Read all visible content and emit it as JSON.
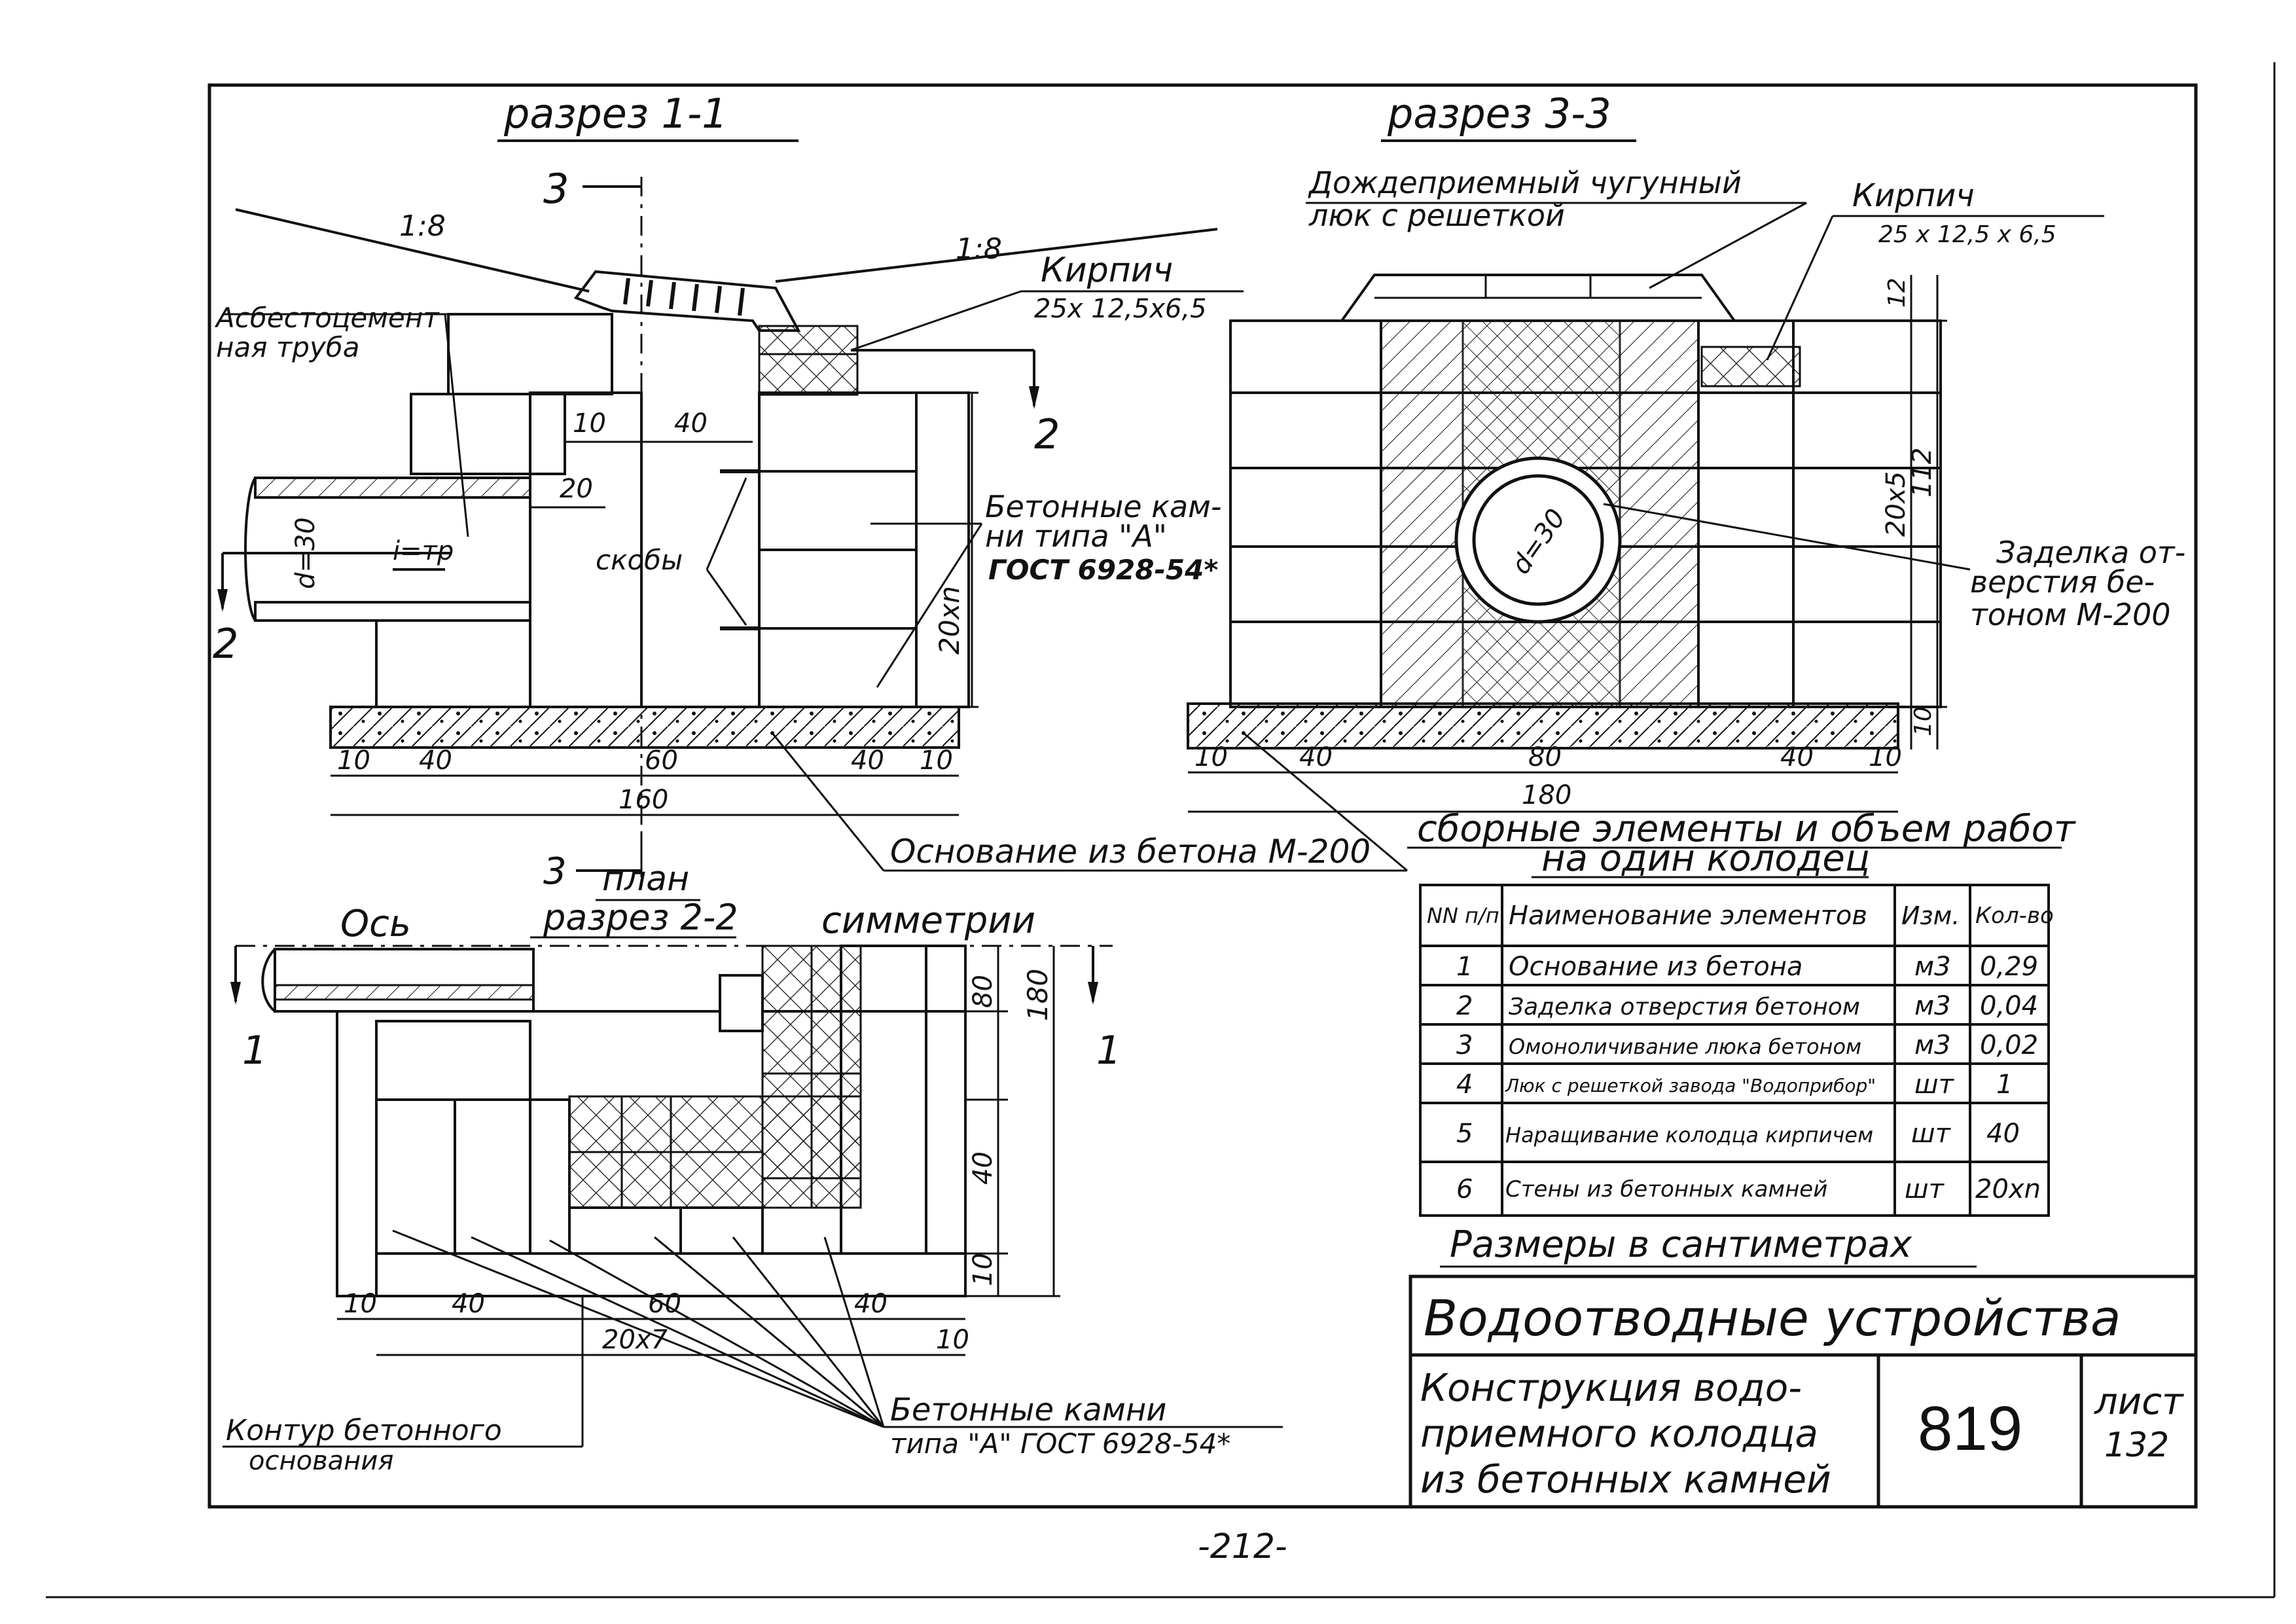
{
  "section_1_1": {
    "title": "разрез 1-1",
    "slope_left": "1:8",
    "slope_right": "1:8",
    "marker_3_top": "3",
    "marker_2_right": "2",
    "marker_2_left": "2",
    "brick_label": "Кирпич",
    "brick_size": "25x 12,5x6,5",
    "pipe_label_1": "Асбестоцемент",
    "pipe_label_2": "ная труба",
    "pipe_diameter": "d=30",
    "pipe_slope": "i=тр",
    "brackets": "скобы",
    "stones_label_1": "Бетонные кам-",
    "stones_label_2": "ни типа \"А\"",
    "stones_label_3": "ГОСТ 6928-54*",
    "wall_height": "20xn",
    "dim_10": "10",
    "dim_40": "40",
    "dim_20": "20",
    "dims_bottom": [
      "10",
      "40",
      "60",
      "40",
      "10"
    ],
    "dim_total": "160"
  },
  "section_3_3": {
    "title": "разрез 3-3",
    "hatch_label_1": "Дождеприемный чугунный",
    "hatch_label_2": "люк с решеткой",
    "brick_label": "Кирпич",
    "brick_size": "25 x 12,5 x 6,5",
    "pipe_diameter": "d=30",
    "seal_label_1": "Заделка от-",
    "seal_label_2": "верстия бе-",
    "seal_label_3": "тоном М-200",
    "dim_12": "12",
    "dim_20x5": "20x5",
    "dim_112": "112",
    "dim_10_right": "10",
    "dims_bottom": [
      "10",
      "40",
      "80",
      "40",
      "10"
    ],
    "dim_total": "180"
  },
  "base_label": "Основание из бетона М-200",
  "plan": {
    "marker_3": "3",
    "title_1": "план",
    "title_2": "разрез 2-2",
    "axis_label_1": "Ось",
    "axis_label_2": "симметрии",
    "marker_1_left": "1",
    "marker_1_right": "1",
    "dims_right": [
      "80",
      "40",
      "10"
    ],
    "dim_180": "180",
    "dims_bottom": [
      "10",
      "40",
      "60",
      "40"
    ],
    "dim_20x7": "20x7",
    "dim_10_right": "10",
    "contour_label_1": "Контур бетонного",
    "contour_label_2": "основания",
    "stones_label_1": "Бетонные камни",
    "stones_label_2": "типа \"А\" ГОСТ 6928-54*"
  },
  "table": {
    "title_1": "сборные элементы и объем работ",
    "title_2": "на один колодец",
    "headers": [
      "NN п/п",
      "Наименование элементов",
      "Изм.",
      "Кол-во"
    ],
    "rows": [
      [
        "1",
        "Основание из бетона",
        "м3",
        "0,29"
      ],
      [
        "2",
        "Заделка отверстия бетоном",
        "м3",
        "0,04"
      ],
      [
        "3",
        "Омоноличивание люка бетоном",
        "м3",
        "0,02"
      ],
      [
        "4",
        "Люк с решеткой завода \"Водоприбор\"",
        "шт",
        "1"
      ],
      [
        "5",
        "Наращивание колодца кирпичем",
        "шт",
        "40"
      ],
      [
        "6",
        "Стены из бетонных камней",
        "шт",
        "20xn"
      ]
    ],
    "dims_note": "Размеры в сантиметрах"
  },
  "title_block": {
    "heading": "Водоотводные устройства",
    "desc_1": "Конструкция водо-",
    "desc_2": "приемного колодца",
    "desc_3": "из бетонных камней",
    "number": "819",
    "sheet_label": "лист",
    "sheet_number": "132"
  },
  "page_number": "-212-"
}
